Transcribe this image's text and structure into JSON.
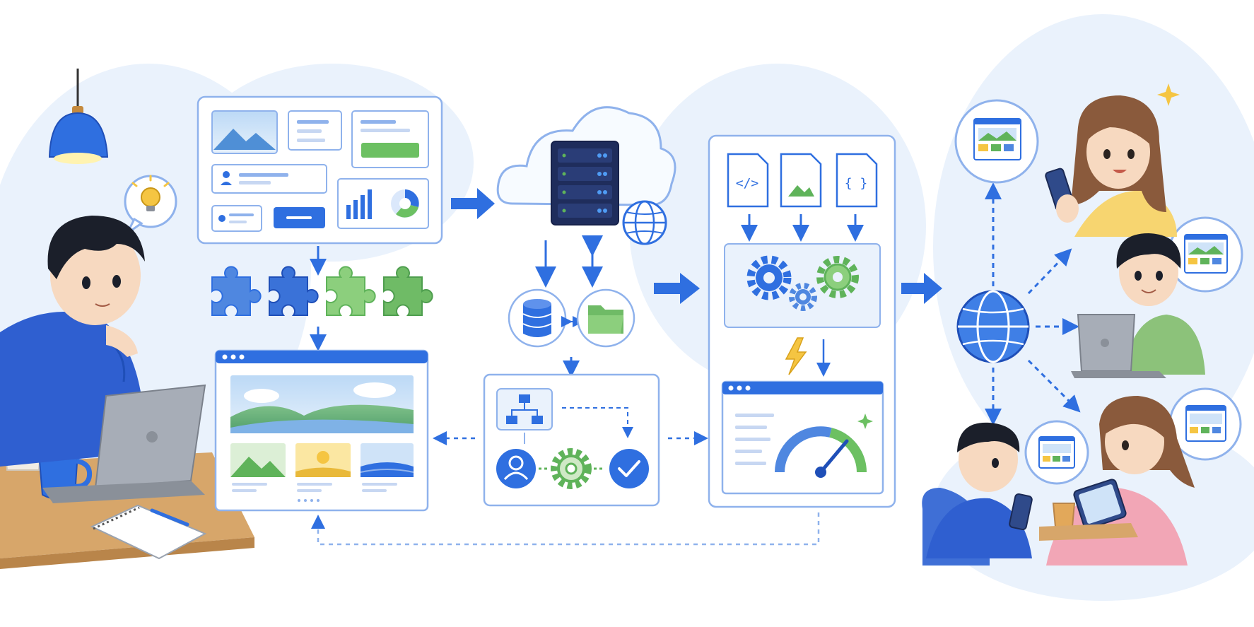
{
  "palette": {
    "blue": "#2f6fe0",
    "blue_dark": "#1f4fb8",
    "blue_light": "#dbe8fb",
    "green": "#5fb35a",
    "green_light": "#cfe9c6",
    "yellow": "#f5c542",
    "wash": "#eaf2fc",
    "line": "#8fb2ec"
  },
  "stages": [
    {
      "id": "developer",
      "icon": "developer-at-laptop"
    },
    {
      "id": "ui-components",
      "icon": "component-cards"
    },
    {
      "id": "cloud-server",
      "icon": "cloud-server-icon"
    },
    {
      "id": "data-storage",
      "icon": "database-and-folder-icon"
    },
    {
      "id": "workflow",
      "icon": "workflow-gear-check-icon"
    },
    {
      "id": "build-optimize",
      "icon": "file-gears-speed-icon"
    },
    {
      "id": "global-delivery",
      "icon": "globe-icon"
    },
    {
      "id": "end-users",
      "icon": "users-with-devices"
    }
  ],
  "code_glyphs": {
    "html_file": "</>",
    "json_file": "{ }"
  }
}
